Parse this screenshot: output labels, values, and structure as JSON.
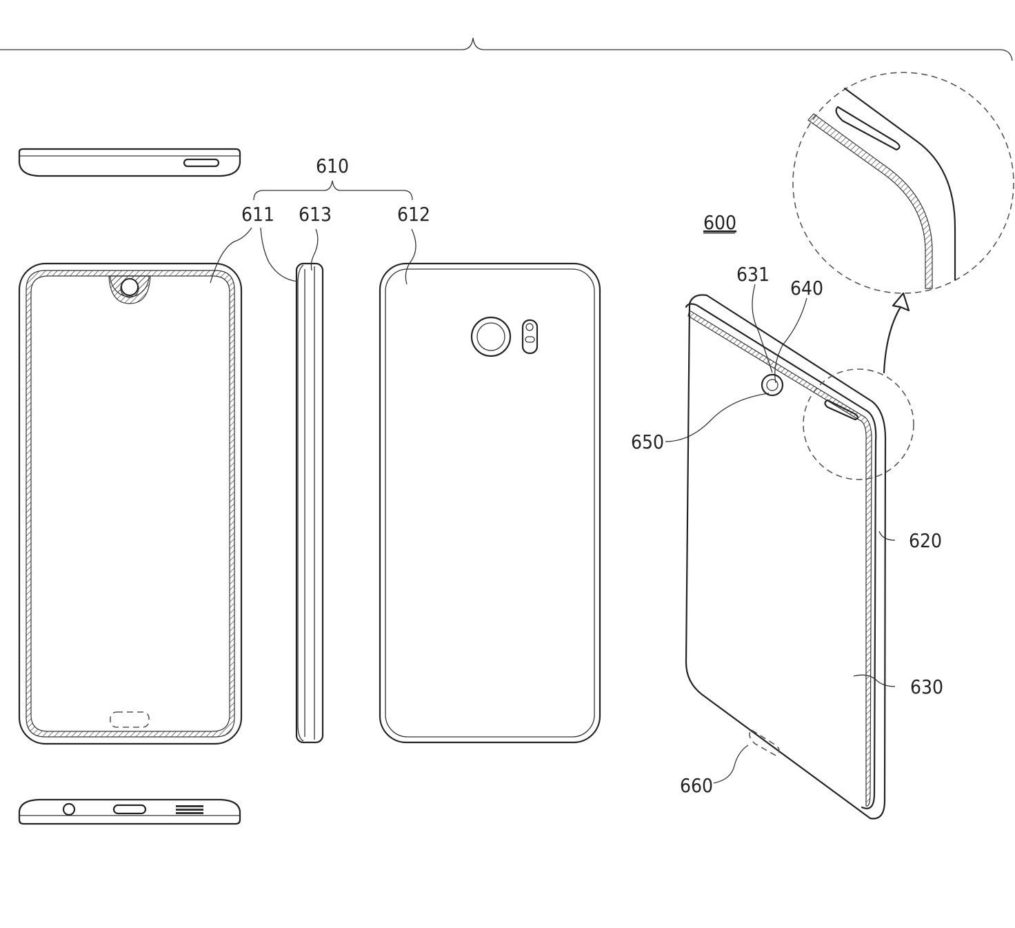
{
  "figure": {
    "labels": {
      "device": "600",
      "housing": "610",
      "front_plate": "611",
      "rear_plate": "612",
      "side_member": "613",
      "edge_region": "620",
      "display": "630",
      "opening": "631",
      "border": "640",
      "camera": "650",
      "sensor": "660"
    }
  }
}
